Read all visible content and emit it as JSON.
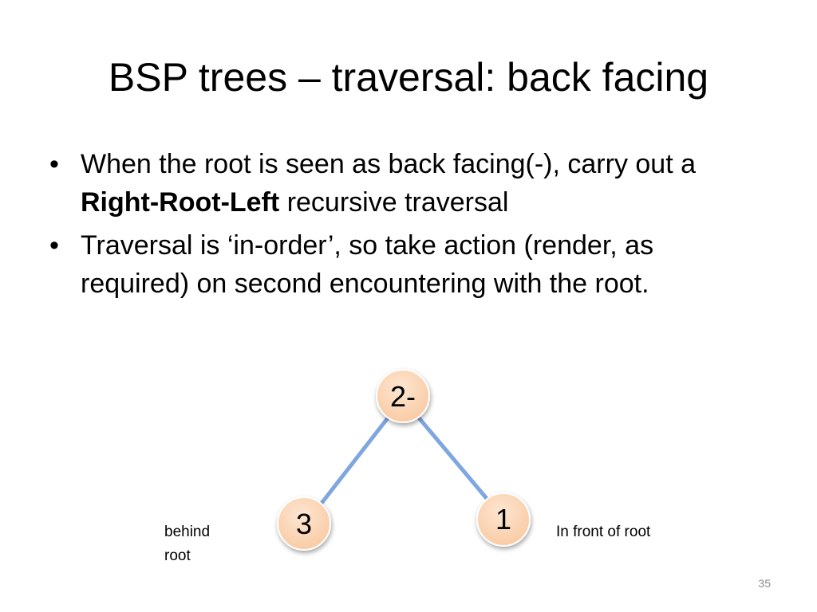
{
  "slide": {
    "title": "BSP trees – traversal: back facing",
    "bullets": [
      {
        "parts": [
          {
            "text": "When the root is seen as back facing(-), carry out a ",
            "bold": false
          },
          {
            "text": "Right-Root-Left",
            "bold": true
          },
          {
            "text": " recursive traversal",
            "bold": false
          }
        ]
      },
      {
        "parts": [
          {
            "text": "Traversal is ‘in-order’, so take action (render, as required) on second encountering with the root.",
            "bold": false
          }
        ]
      }
    ],
    "bullet_char": "•",
    "page_number": "35"
  },
  "tree": {
    "nodes": {
      "root": "2-",
      "left": "3",
      "right": "1"
    },
    "left_label": "behind root",
    "right_label": "In front of root",
    "colors": {
      "node_fill": "#fbd5b5",
      "node_stroke": "#ffffff",
      "edge": "#7ea6e0"
    }
  }
}
